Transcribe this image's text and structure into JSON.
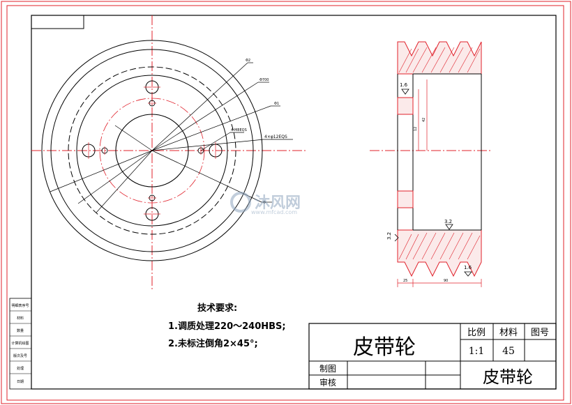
{
  "drawing": {
    "title": "皮带轮",
    "title_bottom": "皮带轮",
    "scale_label": "比例",
    "material_label": "材料",
    "drawing_no_label": "图号",
    "scale_value": "1:1",
    "material_value": "45",
    "drawn_by_label": "制图",
    "checked_by_label": "审核"
  },
  "tech_requirements": {
    "heading": "技术要求:",
    "items": [
      "1.调质处理220～240HBS;",
      "2.未标注倒角2×45°;"
    ]
  },
  "annotations": {
    "hole_callout": "4×φ12EQS",
    "hole_callout_small": "4-M8EQS",
    "diameters": [
      "Φ2",
      "Φ700",
      "Φ1",
      "Φ"
    ],
    "roughness": [
      "1.6",
      "3.2",
      "3.2",
      "1.6"
    ],
    "side_dims": [
      "25",
      "90",
      "12",
      "42"
    ]
  },
  "side_table": [
    "明细表序号",
    "材料",
    "数量",
    "计算机绘图",
    "版次及号",
    "处理",
    "日期"
  ],
  "watermark": {
    "brand": "沐风网",
    "url": "www.mfcad.com"
  },
  "colors": {
    "border": "#e0202a",
    "line": "#000000",
    "hatch": "#e0202a"
  }
}
